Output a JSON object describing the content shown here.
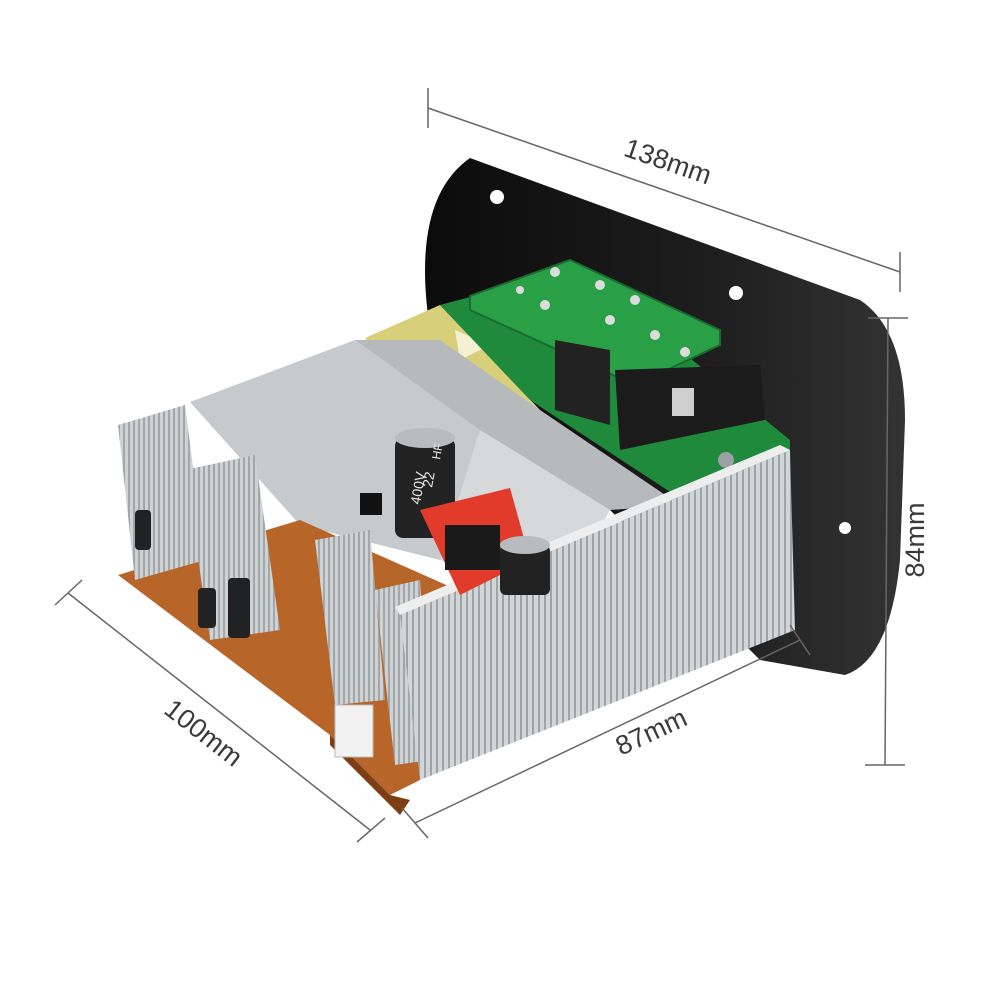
{
  "image": {
    "subject": "amplifier-board-with-heatsinks",
    "colors": {
      "background": "#ffffff",
      "mount_plate": "#141414",
      "heatsink": "#c9ccce",
      "pcb_main": "#b8652a",
      "pcb_green": "#1f8a3c",
      "dimension_line": "#666666"
    }
  },
  "dimensions": {
    "width_top": "138mm",
    "height_right": "84mm",
    "depth_left": "100mm",
    "length_bottom": "87mm"
  },
  "component_labels": {
    "capacitor_text_1": "22",
    "capacitor_text_2": "400V",
    "capacitor_text_3": "HF"
  }
}
